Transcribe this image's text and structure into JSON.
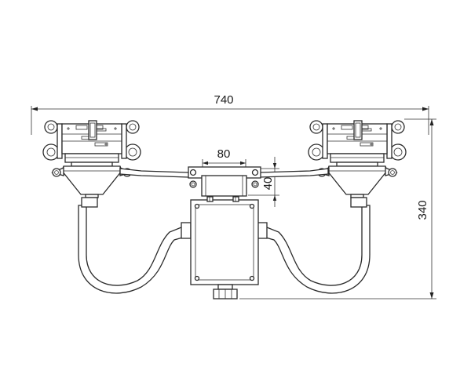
{
  "dimensions": {
    "overall_width": "740",
    "overall_height": "340",
    "bracket_width": "80",
    "bracket_height": "40"
  },
  "colors": {
    "line": "#2b2b2b",
    "background": "#ffffff"
  }
}
